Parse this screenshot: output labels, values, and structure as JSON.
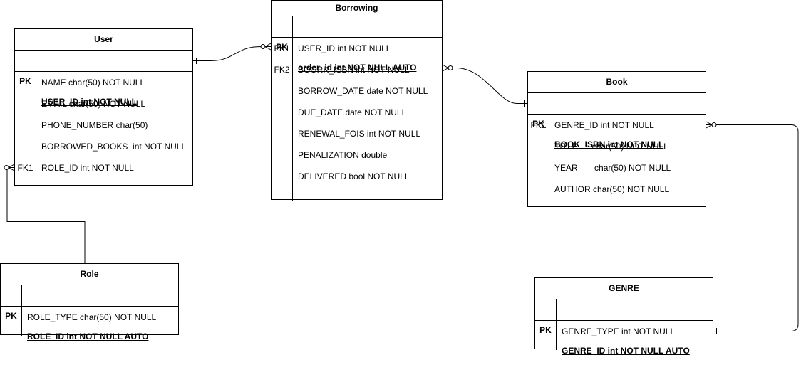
{
  "entities": {
    "user": {
      "title": "User",
      "pk": {
        "key": "PK",
        "col": "USER_ID int NOT NULL"
      },
      "rows": [
        {
          "key": "",
          "col": "NAME char(50) NOT NULL"
        },
        {
          "key": "",
          "col": "EMAIL char(50) NOT NULL"
        },
        {
          "key": "",
          "col": "PHONE_NUMBER char(50)"
        },
        {
          "key": "",
          "col": "BORROWED_BOOKS  int NOT NULL"
        },
        {
          "key": "FK1",
          "col": "ROLE_ID int NOT NULL"
        }
      ]
    },
    "borrowing": {
      "title": "Borrowing",
      "pk": {
        "key": "PK",
        "col": "order_id int NOT NULL AUTO"
      },
      "rows": [
        {
          "key": "FK1",
          "col": "USER_ID int NOT NULL"
        },
        {
          "key": "FK2",
          "col": "BOORK_ISBN int NOT NULL"
        },
        {
          "key": "",
          "col": "BORROW_DATE date NOT NULL"
        },
        {
          "key": "",
          "col": "DUE_DATE date NOT NULL"
        },
        {
          "key": "",
          "col": "RENEWAL_FOIS int NOT NULL"
        },
        {
          "key": "",
          "col": "PENALIZATION double"
        },
        {
          "key": "",
          "col": "DELIVERED bool NOT NULL"
        }
      ]
    },
    "book": {
      "title": "Book",
      "pk": {
        "key": "PK",
        "col": "BOOK_ISBN int NOT NULL"
      },
      "rows": [
        {
          "key": "FK1",
          "col": "GENRE_ID int NOT NULL"
        },
        {
          "key": "",
          "col": "TITLE      char(50) NOT NULL"
        },
        {
          "key": "",
          "col": "YEAR       char(50) NOT NULL"
        },
        {
          "key": "",
          "col": "AUTHOR char(50) NOT NULL"
        }
      ]
    },
    "role": {
      "title": "Role",
      "pk": {
        "key": "PK",
        "col": "ROLE_ID int NOT NULL AUTO"
      },
      "rows": [
        {
          "key": "",
          "col": "ROLE_TYPE char(50) NOT NULL"
        }
      ]
    },
    "genre": {
      "title": "GENRE",
      "pk": {
        "key": "PK",
        "col": "GENRE_ID int NOT NULL AUTO"
      },
      "rows": [
        {
          "key": "",
          "col": "GENRE_TYPE int NOT NULL"
        }
      ]
    }
  }
}
